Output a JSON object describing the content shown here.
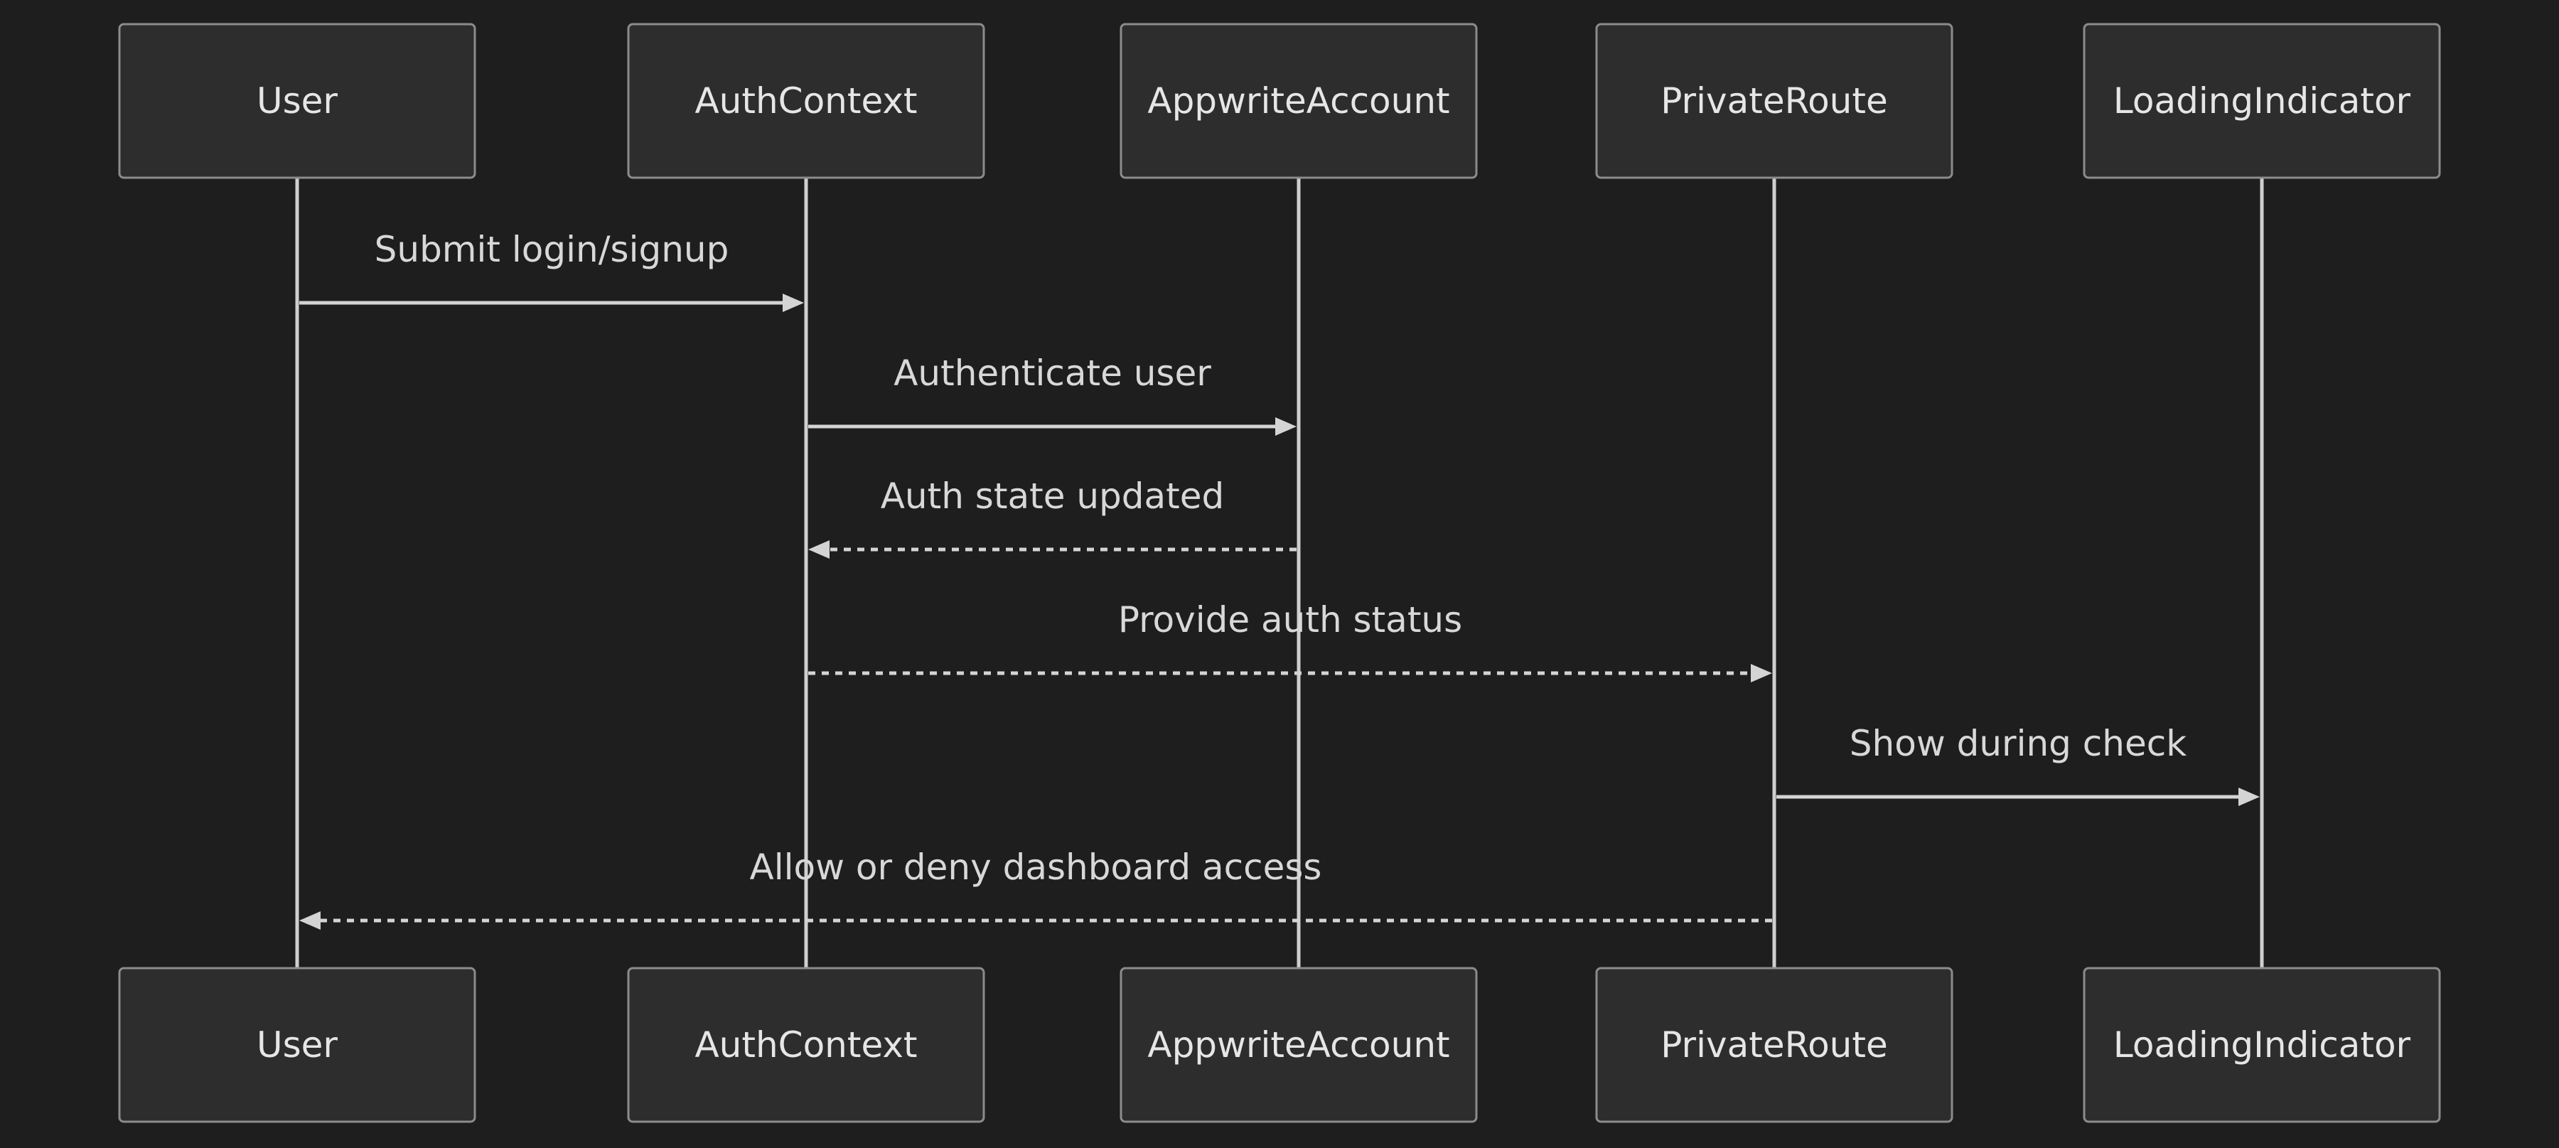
{
  "actors": [
    {
      "id": "user",
      "label": "User"
    },
    {
      "id": "authcontext",
      "label": "AuthContext"
    },
    {
      "id": "appwriteaccount",
      "label": "AppwriteAccount"
    },
    {
      "id": "privateroute",
      "label": "PrivateRoute"
    },
    {
      "id": "loadingindicator",
      "label": "LoadingIndicator"
    }
  ],
  "messages": [
    {
      "from": "user",
      "to": "authcontext",
      "label": "Submit login/signup",
      "style": "solid"
    },
    {
      "from": "authcontext",
      "to": "appwriteaccount",
      "label": "Authenticate user",
      "style": "solid"
    },
    {
      "from": "appwriteaccount",
      "to": "authcontext",
      "label": "Auth state updated",
      "style": "dashed"
    },
    {
      "from": "authcontext",
      "to": "privateroute",
      "label": "Provide auth status",
      "style": "dashed"
    },
    {
      "from": "privateroute",
      "to": "loadingindicator",
      "label": "Show during check",
      "style": "solid"
    },
    {
      "from": "privateroute",
      "to": "user",
      "label": "Allow or deny dashboard access",
      "style": "dashed"
    }
  ],
  "colors": {
    "background": "#1e1e1e",
    "actor_fill": "#2d2d2d",
    "actor_border": "#8c8c8c",
    "line": "#d4d4d4",
    "text": "#e6e6e6"
  }
}
